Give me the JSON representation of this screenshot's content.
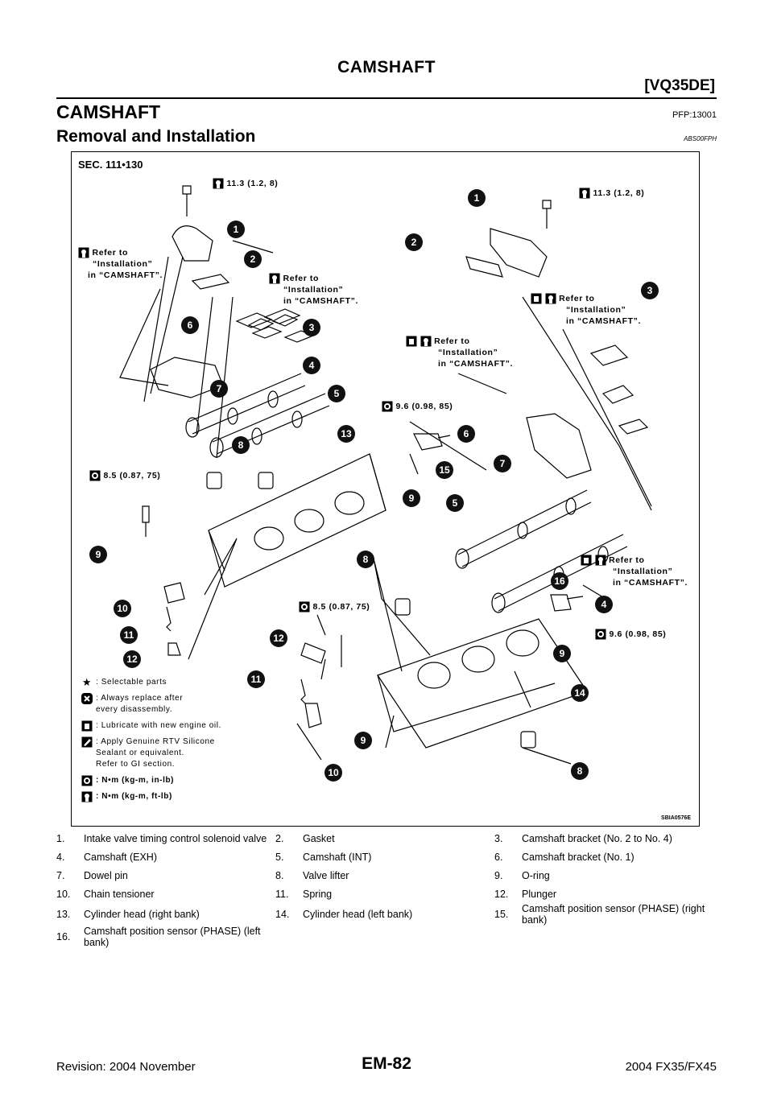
{
  "header": {
    "title": "CAMSHAFT",
    "model": "[VQ35DE]"
  },
  "section": {
    "title": "CAMSHAFT",
    "code": "PFP:13001"
  },
  "subsection": {
    "title": "Removal and Installation",
    "code": "ABS00FPH"
  },
  "figure": {
    "sec_label": "SEC. 111•130",
    "fig_id": "SBIA0576E",
    "torque_11_3": "11.3 (1.2, 8)",
    "torque_9_6": "9.6 (0.98, 85)",
    "torque_8_5": "8.5 (0.87, 75)",
    "refer_line1": "Refer to",
    "refer_line2": "“Installation”",
    "refer_line3": "in “CAMSHAFT”.",
    "callouts": [
      "1",
      "2",
      "3",
      "4",
      "5",
      "6",
      "7",
      "8",
      "9",
      "10",
      "11",
      "12",
      "13",
      "14",
      "15",
      "16"
    ],
    "legend": [
      {
        "icon": "star-icon",
        "text": ": Selectable parts"
      },
      {
        "icon": "replace-icon",
        "text": ": Always replace after\n  every disassembly."
      },
      {
        "icon": "oil-icon",
        "text": ": Lubricate with new engine oil."
      },
      {
        "icon": "sealant-icon",
        "text": ": Apply Genuine RTV Silicone\n  Sealant or equivalent.\n  Refer to GI section."
      },
      {
        "icon": "torque-in-icon",
        "text": ": N•m (kg-m, in-lb)"
      },
      {
        "icon": "torque-ft-icon",
        "text": ": N•m (kg-m, ft-lb)"
      }
    ]
  },
  "parts_table": [
    [
      "1.",
      "Intake valve timing control solenoid valve",
      "2.",
      "Gasket",
      "3.",
      "Camshaft bracket (No. 2 to No. 4)"
    ],
    [
      "4.",
      "Camshaft (EXH)",
      "5.",
      "Camshaft (INT)",
      "6.",
      "Camshaft bracket (No. 1)"
    ],
    [
      "7.",
      "Dowel pin",
      "8.",
      "Valve lifter",
      "9.",
      "O-ring"
    ],
    [
      "10.",
      "Chain tensioner",
      "11.",
      "Spring",
      "12.",
      "Plunger"
    ],
    [
      "13.",
      "Cylinder head (right bank)",
      "14.",
      "Cylinder head (left bank)",
      "15.",
      "Camshaft position sensor (PHASE) (right bank)"
    ],
    [
      "16.",
      "Camshaft position sensor (PHASE) (left bank)",
      "",
      "",
      "",
      ""
    ]
  ],
  "footer": {
    "revision": "Revision: 2004 November",
    "page": "EM-82",
    "model": "2004 FX35/FX45"
  }
}
